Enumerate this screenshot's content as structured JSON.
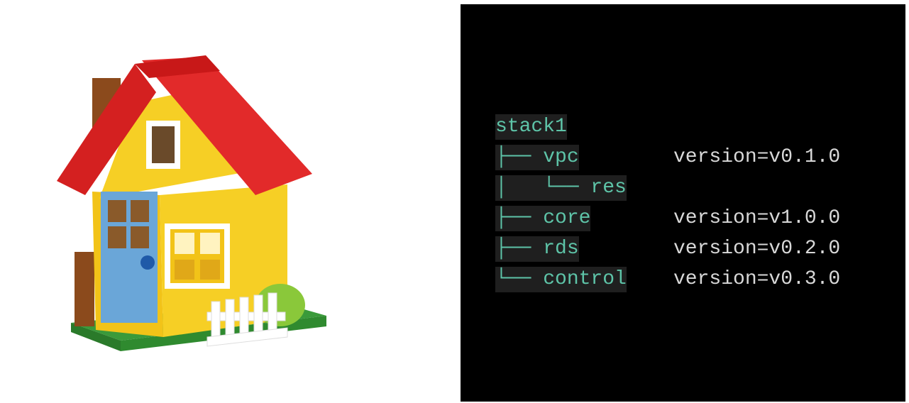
{
  "image": {
    "subject": "lego-house-icon"
  },
  "terminal": {
    "colors": {
      "background": "#000000",
      "tree": "#5ec4a8",
      "version": "#d8d8d8",
      "highlight": "#1f1f1f"
    },
    "rows": [
      {
        "tree": "stack1",
        "version": ""
      },
      {
        "tree": "├── vpc",
        "version": "version=v0.1.0"
      },
      {
        "tree": "│   └── res",
        "version": ""
      },
      {
        "tree": "├── core",
        "version": "version=v1.0.0"
      },
      {
        "tree": "├── rds",
        "version": "version=v0.2.0"
      },
      {
        "tree": "└── control",
        "version": "version=v0.3.0"
      }
    ]
  }
}
